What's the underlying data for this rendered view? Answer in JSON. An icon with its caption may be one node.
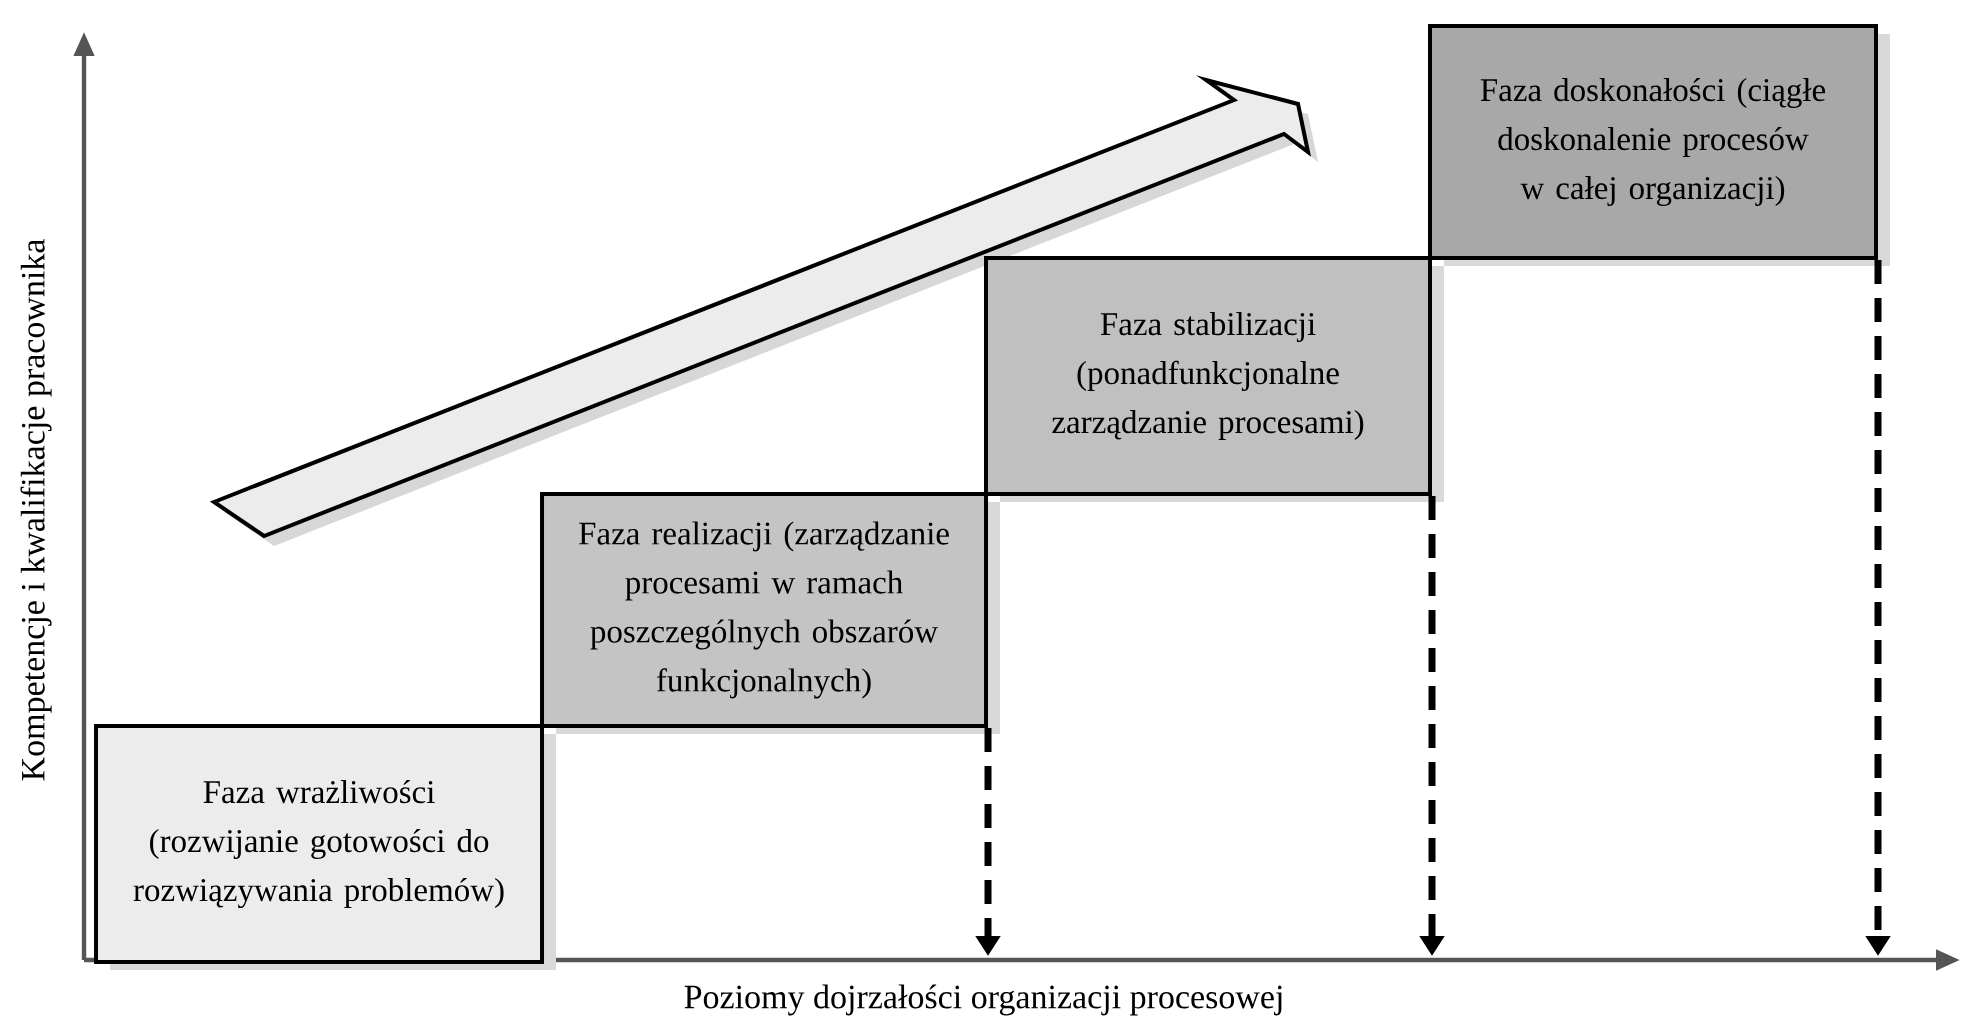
{
  "diagram": {
    "nodes": [
      {
        "text": [
          "Faza wrażliwości (rozwijanie gotowości do rozwiązywania problemów)"
        ]
      },
      {
        "text": [
          "Faza realizacji (zarządzanie procesami w ramach poszczególnych obszarów funkcjonalnych)"
        ]
      },
      {
        "text": [
          "Faza stabilizacji (ponadfunkcjonalne zarządzanie procesami)"
        ]
      },
      {
        "text": [
          "Faza doskonałości (ciągłe doskonalenie procesów w całej organizacji)"
        ]
      }
    ],
    "edges": [
      {
        "from": 1,
        "to": null,
        "arrow": "to",
        "style": "dashed"
      },
      {
        "from": 2,
        "to": null,
        "arrow": "to",
        "style": "dashed"
      },
      {
        "from": 3,
        "to": null,
        "arrow": "to",
        "style": "dashed"
      }
    ],
    "labels": [
      "Kompetencje i kwalifikacje pracownika",
      "Poziomy dojrzałości organizacji procesowej"
    ]
  }
}
